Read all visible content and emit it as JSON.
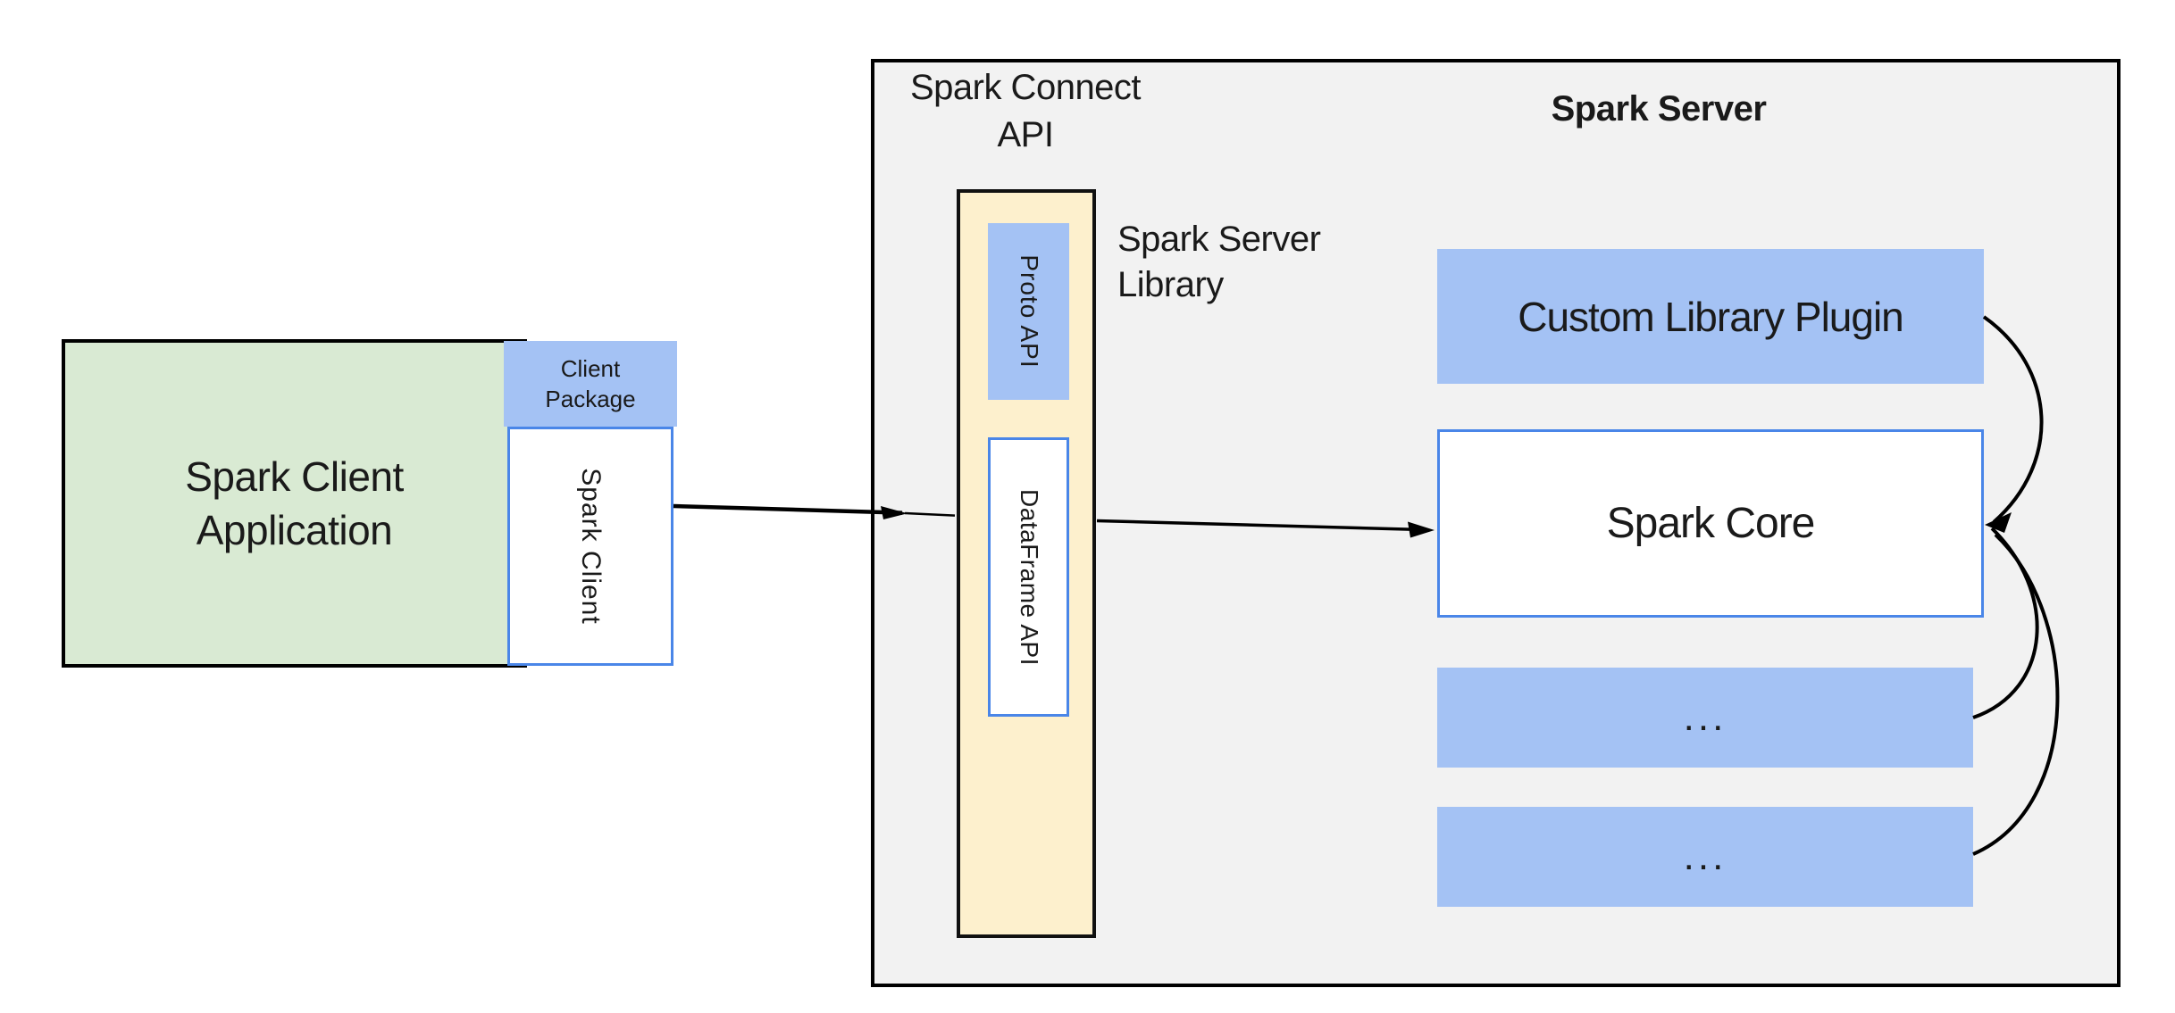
{
  "colors": {
    "green": "#d9ead3",
    "blue": "#a4c2f4",
    "yellow": "#fdf0cd",
    "gray": "#f2f2f2",
    "blueborder": "#4a86e8",
    "line": "#000000"
  },
  "client": {
    "app_label": "Spark Client\nApplication",
    "package_label": "Client\nPackage",
    "spark_client_label": "Spark Client"
  },
  "connect": {
    "title": "Spark Connect\nAPI",
    "proto_label": "Proto API",
    "dataframe_label": "DataFrame API",
    "library_label": "Spark Server\nLibrary"
  },
  "server": {
    "title": "Spark Server",
    "plugin_label": "Custom Library Plugin",
    "core_label": "Spark Core",
    "ellipsis_1": "...",
    "ellipsis_2": "..."
  }
}
